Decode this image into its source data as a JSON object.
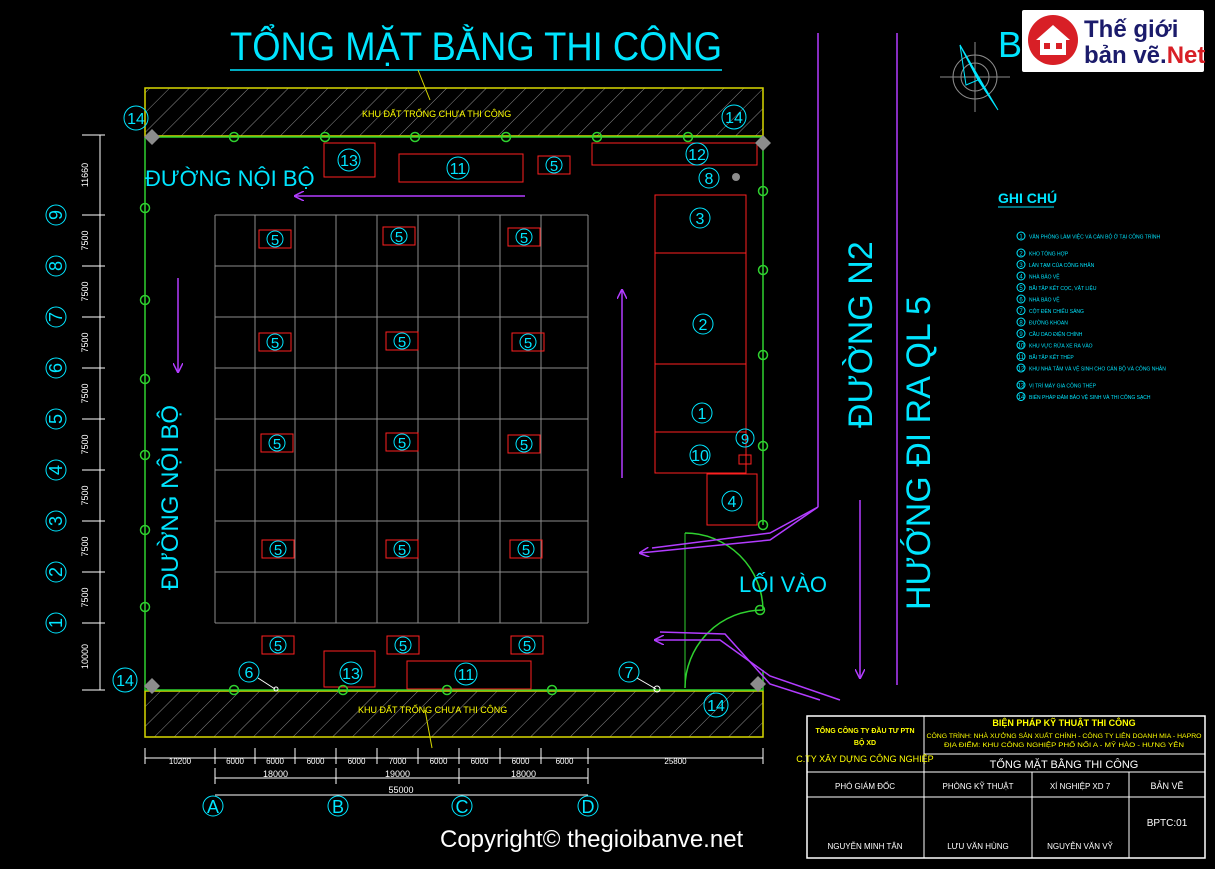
{
  "title": "TỔNG MẶT BẰNG THI CÔNG",
  "north_label": "B",
  "empty_land_label": "KHU ĐẤT TRỐNG CHƯA THI CÔNG",
  "internal_road_label": "ĐƯỜNG NỘI BỘ",
  "road_n2_label": "ĐƯỜNG N2",
  "ql5_label": "HƯỚNG ĐI RA QL 5",
  "entrance_label": "LỐI VÀO",
  "legend_title": "GHI CHÚ",
  "legend_items": [
    "VĂN PHÒNG LÀM VIỆC VÀ CÁN BỘ Ở TẠI CÔNG TRÌNH",
    "KHO TỔNG HỢP",
    "LÁN TẠM CỦA CÔNG NHÂN",
    "NHÀ BẢO VỆ",
    "BÃI TẬP KẾT CỌC, VẬT LIỆU",
    "NHÀ BẢO VỆ",
    "CỘT ĐÈN CHIẾU SÁNG",
    "ĐƯỜNG KHOAN",
    "CẦU DAO ĐIỆN CHÍNH",
    "KHU VỰC RỬA XE RA VÀO",
    "BÃI TẬP KẾT THÉP",
    "KHU NHÀ TẮM VÀ VỆ SINH CHO CÁN BỘ VÀ CÔNG NHÂN",
    "VỊ TRÍ MÁY GIA CÔNG THÉP",
    "BIỂN PHÁP ĐẢM BẢO VỆ SINH VÀ THI CÔNG SẠCH"
  ],
  "grid_row_labels": [
    "1",
    "2",
    "3",
    "4",
    "5",
    "6",
    "7",
    "8",
    "9"
  ],
  "grid_col_labels": [
    "A",
    "B",
    "C",
    "D"
  ],
  "left_dims": [
    "11660",
    "7500",
    "7500",
    "7500",
    "7500",
    "7500",
    "7500",
    "7500",
    "7500",
    "10000"
  ],
  "bottom_dims_top": [
    "10200",
    "6000",
    "6000",
    "6000",
    "6000",
    "7000",
    "6000",
    "6000",
    "6000",
    "6000",
    "25800"
  ],
  "bottom_dims_mid": [
    "18000",
    "19000",
    "18000"
  ],
  "bottom_dims_total": "55000",
  "title_block": {
    "company_1": "TỔNG CÔNG TY ĐẦU TƯ PTN",
    "company_2": "BỘ XD",
    "company_3": "C.TY XÂY DỰNG CÔNG NGHIỆP",
    "project_title": "BIỆN PHÁP KỸ THUẬT THI CÔNG",
    "project_line": "CÔNG TRÌNH: NHÀ XƯỞNG SẢN XUẤT CHÍNH - CÔNG TY LIÊN DOANH MIA - HAPRO",
    "location_line": "ĐỊA ĐIỂM: KHU CÔNG NGHIỆP PHỐ NỐI A - MỸ HÀO - HƯNG YÊN",
    "drawing_name": "TỔNG MẶT BẰNG THI CÔNG",
    "role_1": "PHÓ GIÁM ĐỐC",
    "role_2": "PHÒNG KỸ THUẬT",
    "role_3": "XÍ NGHIỆP XD 7",
    "role_4": "BẢN VẼ",
    "name_1": "NGUYỄN MINH TÂN",
    "name_2": "LƯU VĂN HÙNG",
    "name_3": "NGUYỄN VĂN VỸ",
    "drawing_no": "BPTC:01"
  },
  "logo_line_1": "Thế giới",
  "logo_line_2a": "bản vẽ.",
  "logo_line_2b": "Net",
  "copyright": "Copyright© thegioibanve.net",
  "colors": {
    "cyan": "#00e5ff",
    "green": "#2fd12f",
    "red": "#ff2020",
    "magenta": "#b23cff",
    "yellow": "#d8d800",
    "grey": "#8c8c8c"
  }
}
